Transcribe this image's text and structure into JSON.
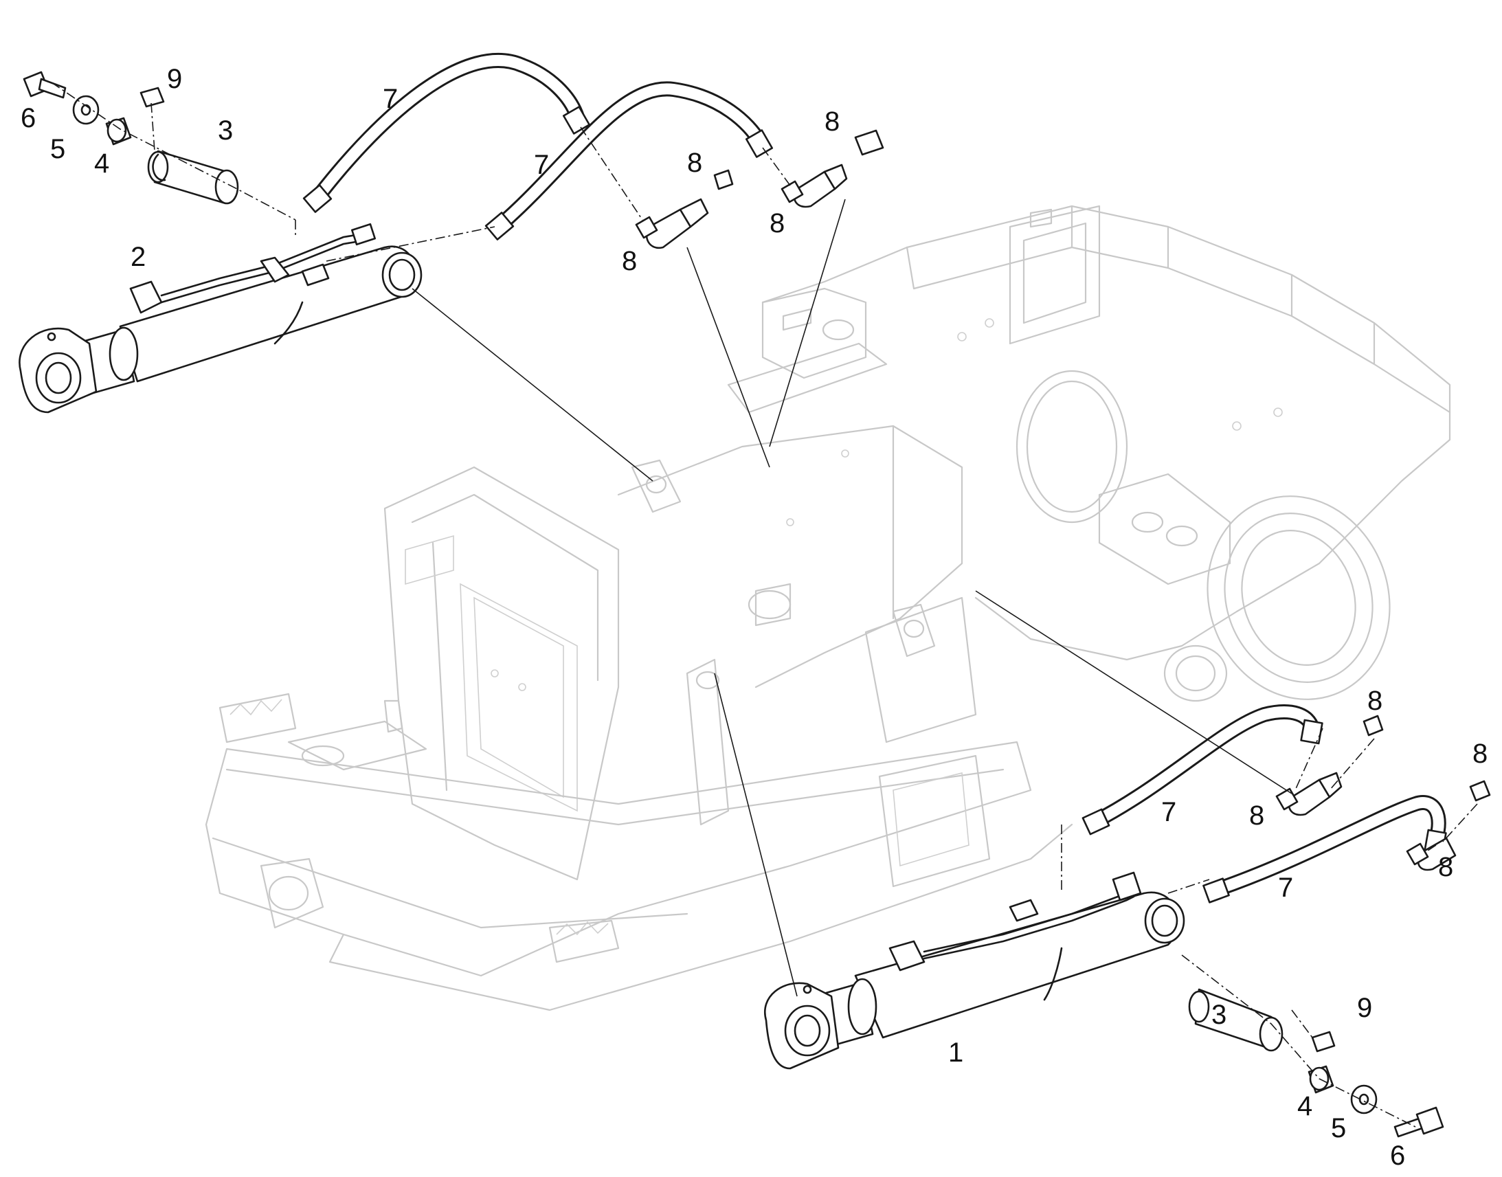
{
  "callouts": [
    {
      "id": "c1",
      "text": "1"
    },
    {
      "id": "c2",
      "text": "2"
    },
    {
      "id": "c3a",
      "text": "3"
    },
    {
      "id": "c3b",
      "text": "3"
    },
    {
      "id": "c4a",
      "text": "4"
    },
    {
      "id": "c4b",
      "text": "4"
    },
    {
      "id": "c5a",
      "text": "5"
    },
    {
      "id": "c5b",
      "text": "5"
    },
    {
      "id": "c6a",
      "text": "6"
    },
    {
      "id": "c6b",
      "text": "6"
    },
    {
      "id": "c7a",
      "text": "7"
    },
    {
      "id": "c7b",
      "text": "7"
    },
    {
      "id": "c7c",
      "text": "7"
    },
    {
      "id": "c7d",
      "text": "7"
    },
    {
      "id": "c8a",
      "text": "8"
    },
    {
      "id": "c8b",
      "text": "8"
    },
    {
      "id": "c8c",
      "text": "8"
    },
    {
      "id": "c8d",
      "text": "8"
    },
    {
      "id": "c8e",
      "text": "8"
    },
    {
      "id": "c8f",
      "text": "8"
    },
    {
      "id": "c8g",
      "text": "8"
    },
    {
      "id": "c8h",
      "text": "8"
    },
    {
      "id": "c9a",
      "text": "9"
    },
    {
      "id": "c9b",
      "text": "9"
    }
  ],
  "colors": {
    "frame": "#c8c8c8",
    "parts": "#1a1a1a",
    "background": "#ffffff"
  }
}
